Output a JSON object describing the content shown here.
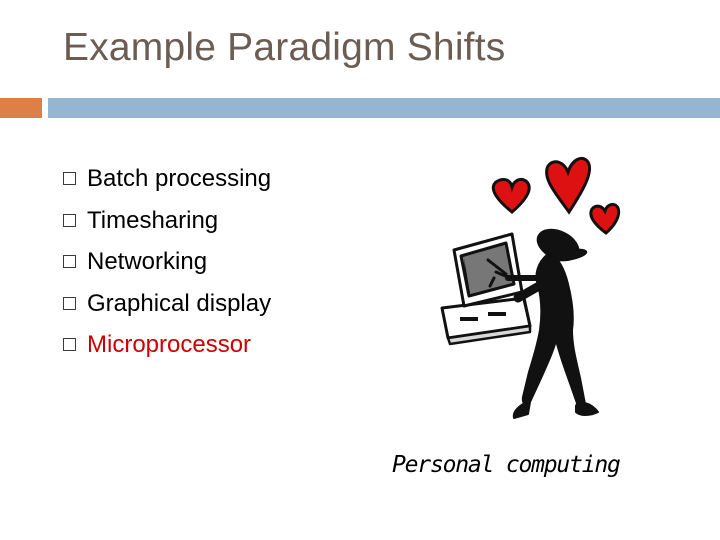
{
  "slide": {
    "title": "Example Paradigm Shifts",
    "bullets": [
      {
        "text": "Batch processing",
        "color": "#000000"
      },
      {
        "text": "Timesharing",
        "color": "#000000"
      },
      {
        "text": "Networking",
        "color": "#000000"
      },
      {
        "text": "Graphical display",
        "color": "#000000"
      },
      {
        "text": "Microprocessor",
        "color": "#cc0000"
      }
    ],
    "illustration": {
      "icon": "person-loving-computer-clipart",
      "caption": "Personal computing"
    }
  },
  "colors": {
    "title": "#6b5d54",
    "accent_orange": "#dd8047",
    "accent_blue": "#94b6d2",
    "heart": "#dd1111",
    "silhouette": "#111111"
  }
}
